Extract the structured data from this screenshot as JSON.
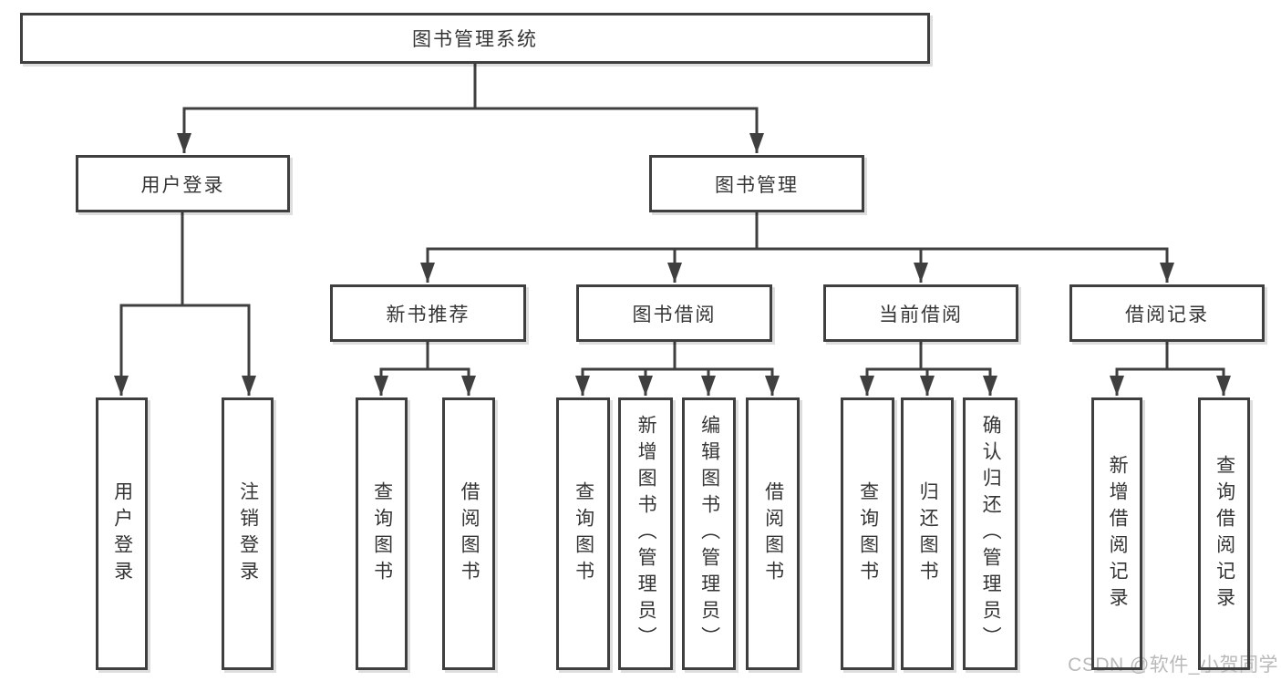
{
  "tree": {
    "root": {
      "id": "library-management-system",
      "label": "图书管理系统"
    },
    "level2": [
      {
        "id": "user-login-module",
        "label": "用户登录",
        "parent": "library-management-system"
      },
      {
        "id": "book-management-module",
        "label": "图书管理",
        "parent": "library-management-system"
      }
    ],
    "level3": [
      {
        "id": "new-book-recommendation",
        "label": "新书推荐",
        "parent": "book-management-module"
      },
      {
        "id": "book-borrowing",
        "label": "图书借阅",
        "parent": "book-management-module"
      },
      {
        "id": "current-borrowing",
        "label": "当前借阅",
        "parent": "book-management-module"
      },
      {
        "id": "borrowing-records",
        "label": "借阅记录",
        "parent": "book-management-module"
      }
    ],
    "leaves": [
      {
        "id": "user-login",
        "label": "用户登录",
        "parent": "user-login-module"
      },
      {
        "id": "logout",
        "label": "注销登录",
        "parent": "user-login-module"
      },
      {
        "id": "query-books-recommend",
        "label": "查询图书",
        "parent": "new-book-recommendation"
      },
      {
        "id": "borrow-books-recommend",
        "label": "借阅图书",
        "parent": "new-book-recommendation"
      },
      {
        "id": "query-books-borrowing",
        "label": "查询图书",
        "parent": "book-borrowing"
      },
      {
        "id": "add-books-admin",
        "label": "新增图书（管理员）",
        "parent": "book-borrowing"
      },
      {
        "id": "edit-books-admin",
        "label": "编辑图书（管理员）",
        "parent": "book-borrowing"
      },
      {
        "id": "borrow-books-borrowing",
        "label": "借阅图书",
        "parent": "book-borrowing"
      },
      {
        "id": "query-books-current",
        "label": "查询图书",
        "parent": "current-borrowing"
      },
      {
        "id": "return-books",
        "label": "归还图书",
        "parent": "current-borrowing"
      },
      {
        "id": "confirm-return-admin",
        "label": "确认归还（管理员）",
        "parent": "current-borrowing"
      },
      {
        "id": "add-borrowing-record",
        "label": "新增借阅记录",
        "parent": "borrowing-records"
      },
      {
        "id": "query-borrowing-record",
        "label": "查询借阅记录",
        "parent": "borrowing-records"
      }
    ]
  },
  "watermark": {
    "text": "CSDN @软件_小贺同学"
  },
  "colors": {
    "line": "#3f3f3f",
    "text": "#353535",
    "watermark": "#b9b9b9",
    "background": "#ffffff"
  }
}
